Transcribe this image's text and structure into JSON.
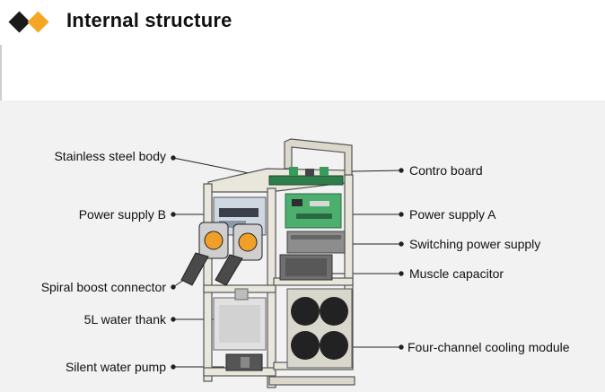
{
  "header": {
    "title": "Internal structure"
  },
  "icons": {
    "bullet_dark": "diamond-dark-icon",
    "bullet_accent": "diamond-orange-icon"
  },
  "colors": {
    "accent": "#f5a623",
    "dark": "#1a1a1a",
    "panel_bg": "#f2f2f2"
  },
  "labels_left": [
    "Stainless steel body",
    "Power supply B",
    "Spiral boost connector",
    "5L water thank",
    "Silent water pump"
  ],
  "labels_right": [
    "Contro board",
    "Power supply  A",
    "Switching power supply",
    "Muscle capacitor",
    "Four-channel cooling module"
  ]
}
